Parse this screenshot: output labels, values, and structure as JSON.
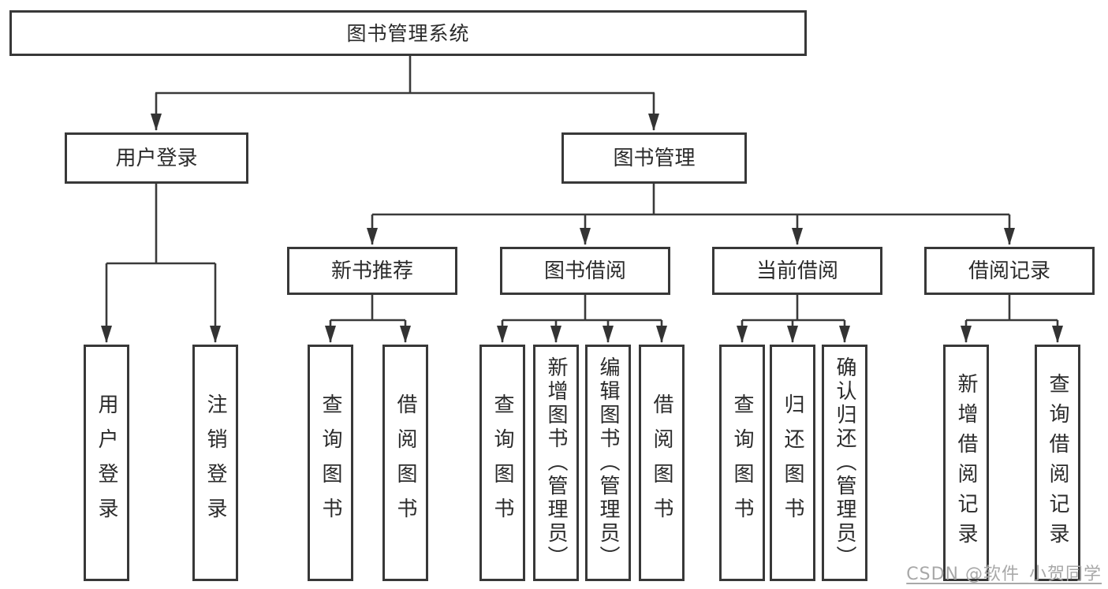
{
  "colors": {
    "background": "#ffffff",
    "line": "#3a3a3a",
    "box_border": "#383838",
    "text": "#2b2b2b",
    "watermark": "#a8a8a8"
  },
  "root": {
    "label": "图书管理系统"
  },
  "branches": [
    {
      "label": "用户登录",
      "children": [
        {
          "label": "用户登录"
        },
        {
          "label": "注销登录"
        }
      ]
    },
    {
      "label": "图书管理",
      "children": [
        {
          "label": "新书推荐",
          "children": [
            {
              "label": "查询图书"
            },
            {
              "label": "借阅图书"
            }
          ]
        },
        {
          "label": "图书借阅",
          "children": [
            {
              "label": "查询图书"
            },
            {
              "label": "新增图书（管理员）"
            },
            {
              "label": "编辑图书（管理员）"
            },
            {
              "label": "借阅图书"
            }
          ]
        },
        {
          "label": "当前借阅",
          "children": [
            {
              "label": "查询图书"
            },
            {
              "label": "归还图书"
            },
            {
              "label": "确认归还（管理员）"
            }
          ]
        },
        {
          "label": "借阅记录",
          "children": [
            {
              "label": "新增借阅记录"
            },
            {
              "label": "查询借阅记录"
            }
          ]
        }
      ]
    }
  ],
  "watermark": {
    "text": "CSDN @软件_小贺同学"
  }
}
